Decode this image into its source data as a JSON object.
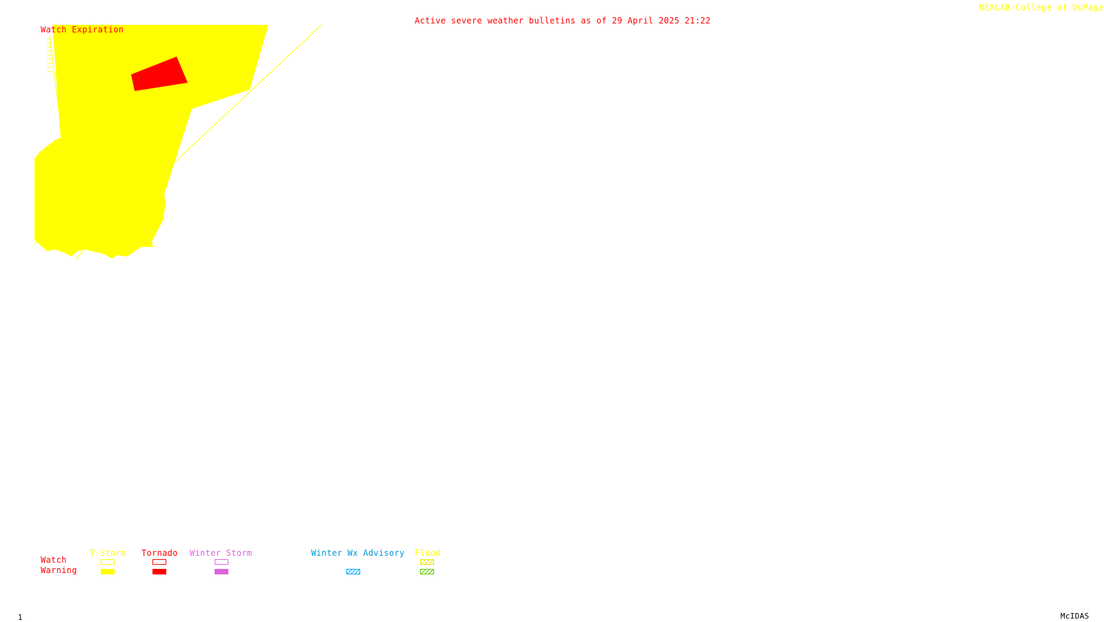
{
  "header": {
    "title": "Active severe weather bulletins as of 29 April 2025 21:22",
    "credit": "NEXLAB-College of DuPage R"
  },
  "map": {
    "watch_expiration_label": "Watch Expiration"
  },
  "legend": {
    "rows": {
      "watch": "Watch",
      "warning": "Warning"
    },
    "columns": {
      "tstorm": "T-Storm",
      "tornado": "Tornado",
      "winter_storm": "Winter Storm",
      "winter_wx_advisory": "Winter Wx Advisory",
      "flood": "Flood"
    }
  },
  "footer": {
    "frame_number": "1",
    "software": "McIDAS"
  },
  "colors": {
    "background": "#ffffff",
    "title": "#ff0000",
    "tstorm": "#ffff00",
    "tornado": "#ff0000",
    "winter_storm": "#dd66dd",
    "winter_wx_advisory": "#0099dd",
    "flood": "#ffff00",
    "flood_warning": "#66cc00",
    "footer_text": "#000000"
  }
}
